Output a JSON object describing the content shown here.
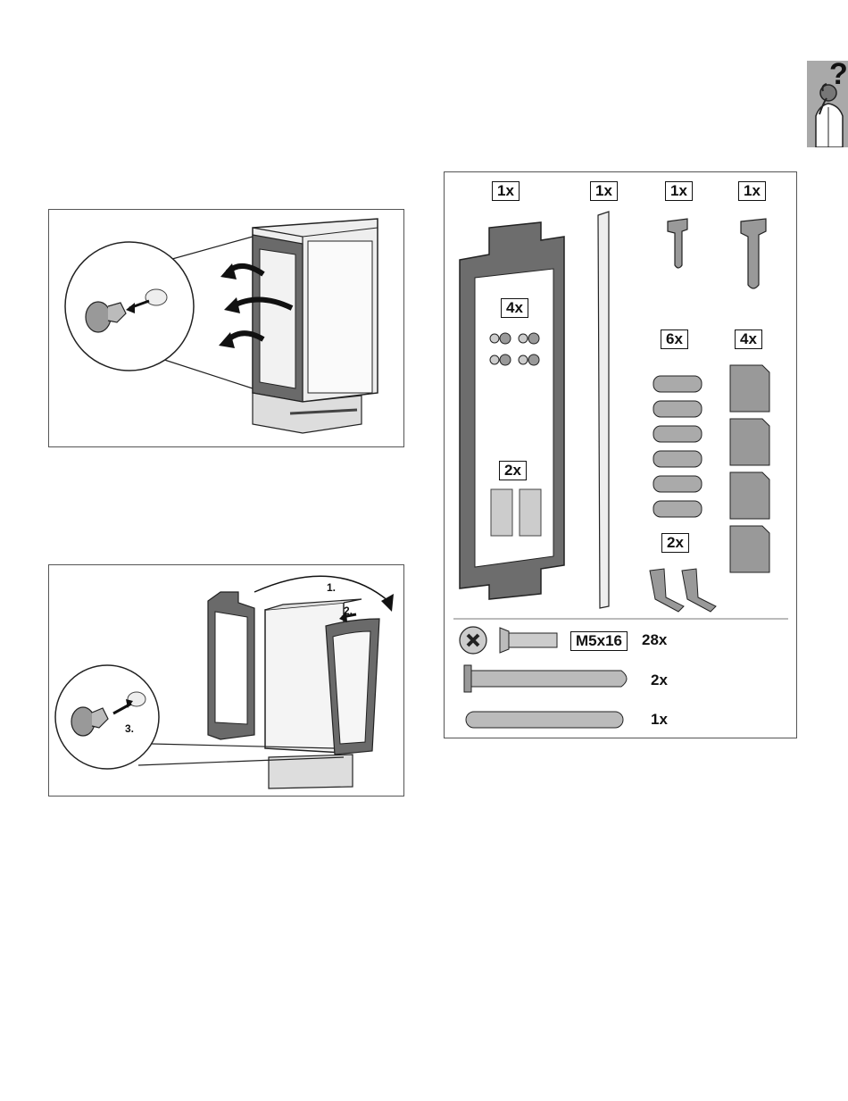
{
  "help_badge": {
    "symbol": "?",
    "icon": "person-phone-help-icon"
  },
  "figure1": {
    "icon": "fridge-remove-caps-illustration"
  },
  "figure2": {
    "steps": [
      "1.",
      "2.",
      "3."
    ]
  },
  "parts": {
    "quantities": {
      "panel": "1x",
      "strip": "1x",
      "clip_small": "1x",
      "clip_large": "1x",
      "caps": "4x",
      "pads": "2x",
      "plates": "6x",
      "hinges": "4x",
      "brackets": "2x"
    },
    "screw": {
      "spec": "M5x16",
      "qty": "28x"
    },
    "pin_long_qty": "2x",
    "pin_short_qty": "1x"
  }
}
